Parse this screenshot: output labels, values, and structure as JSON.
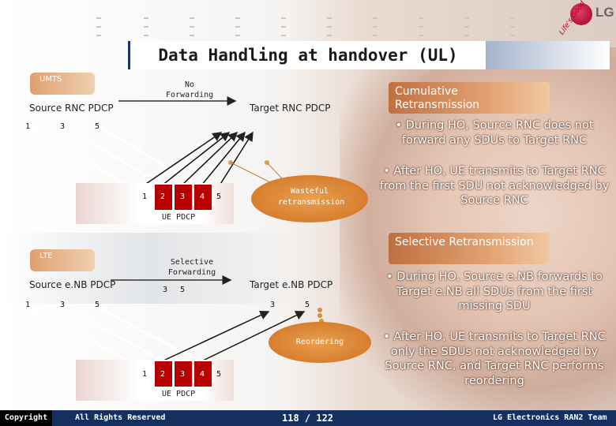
{
  "title": "Data Handling at handover (UL)",
  "logo": {
    "brand": "LG",
    "slogan": "Life's Good"
  },
  "colors": {
    "title_bar": "#1a3566",
    "accent": "#e0a070",
    "ue_red": "#b80000",
    "footer": "#15305f"
  },
  "umts": {
    "tag": "UMTS",
    "arrow_label": "No Forwarding",
    "source_label": "Source RNC PDCP",
    "target_label": "Target RNC PDCP",
    "source_sdus": [
      "1",
      "3",
      "5"
    ],
    "ue_sdus": [
      "1",
      "2",
      "3",
      "4",
      "5"
    ],
    "ue_label": "UE PDCP",
    "callout": "Wasteful retransmission"
  },
  "lte": {
    "tag": "LTE",
    "arrow_label": "Selective Forwarding",
    "source_label": "Source e.NB PDCP",
    "target_label": "Target e.NB PDCP",
    "source_sdus": [
      "1",
      "3",
      "5"
    ],
    "forwarded_sdus": [
      "3",
      "5"
    ],
    "target_sdus": [
      "3",
      "5"
    ],
    "ue_sdus": [
      "1",
      "2",
      "3",
      "4",
      "5"
    ],
    "ue_label": "UE PDCP",
    "callout": "Reordering"
  },
  "sections": [
    {
      "header": "Cumulative Retransmission",
      "bullets": [
        "• During HO, Source RNC does not forward any SDUs to Target RNC",
        "• After HO, UE transmits to Target RNC from the first SDU not acknowledged by Source RNC"
      ]
    },
    {
      "header": "Selective Retransmission",
      "bullets": [
        "• During HO, Source e.NB forwards to Target e.NB all SDUs from the first missing SDU",
        "• After HO, UE transmits to Target RNC only the SDUs not acknowledged by Source RNC, and Target RNC performs reordering"
      ]
    }
  ],
  "footer": {
    "copyright": "Copyright",
    "rights": "All Rights Reserved",
    "page": "118 / 122",
    "team": "LG Electronics RAN2 Team"
  }
}
